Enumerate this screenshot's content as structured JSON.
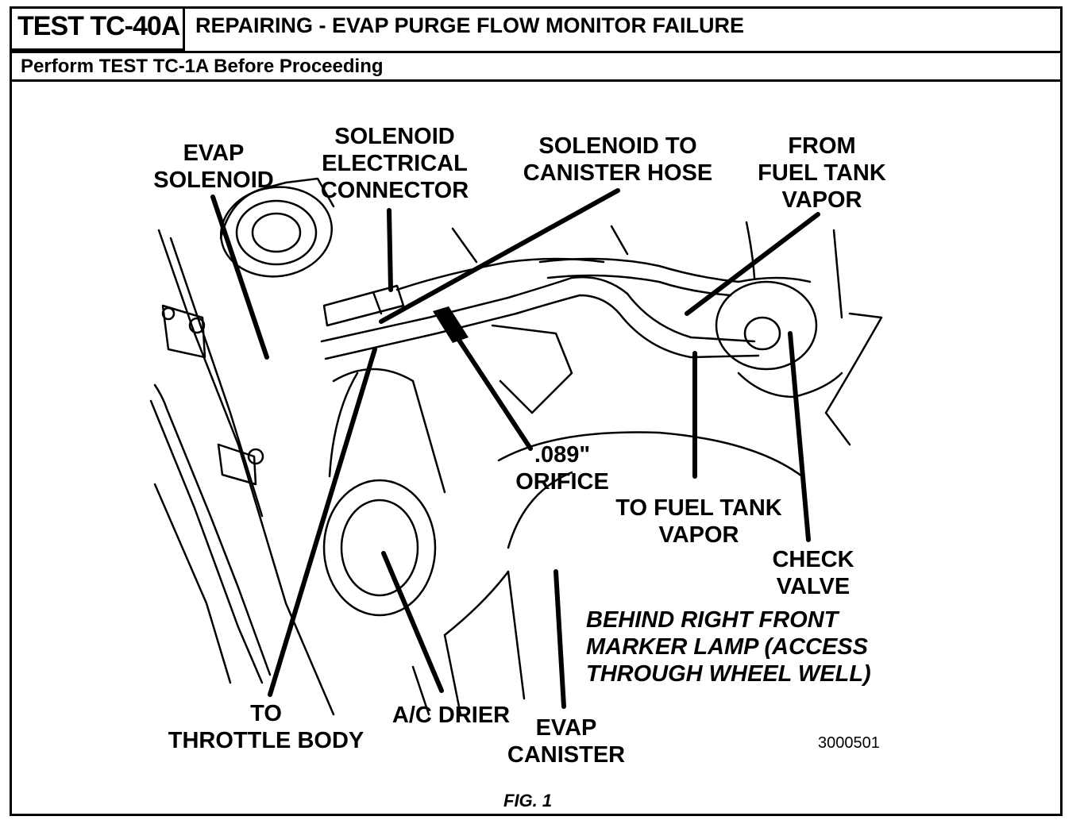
{
  "header": {
    "test_id": "TEST TC-40A",
    "title": "REPAIRING - EVAP PURGE FLOW MONITOR FAILURE",
    "prerequisite": "Perform TEST TC-1A Before Proceeding"
  },
  "labels": {
    "evap_solenoid": [
      "EVAP",
      "SOLENOID"
    ],
    "solenoid_connector": [
      "SOLENOID",
      "ELECTRICAL",
      "CONNECTOR"
    ],
    "solenoid_hose": [
      "SOLENOID TO",
      "CANISTER HOSE"
    ],
    "from_fuel_tank": [
      "FROM",
      "FUEL TANK",
      "VAPOR"
    ],
    "orifice": [
      ".089\"",
      "ORIFICE"
    ],
    "to_fuel_tank": [
      "TO FUEL TANK",
      "VAPOR"
    ],
    "check_valve": [
      "CHECK",
      "VALVE"
    ],
    "to_throttle": [
      "TO",
      "THROTTLE BODY"
    ],
    "ac_drier": [
      "A/C DRIER"
    ],
    "evap_canister": [
      "EVAP",
      "CANISTER"
    ]
  },
  "location_note": [
    "BEHIND RIGHT FRONT",
    "MARKER LAMP (ACCESS",
    "THROUGH WHEEL WELL)"
  ],
  "figure_code": "3000501",
  "caption": "FIG. 1"
}
